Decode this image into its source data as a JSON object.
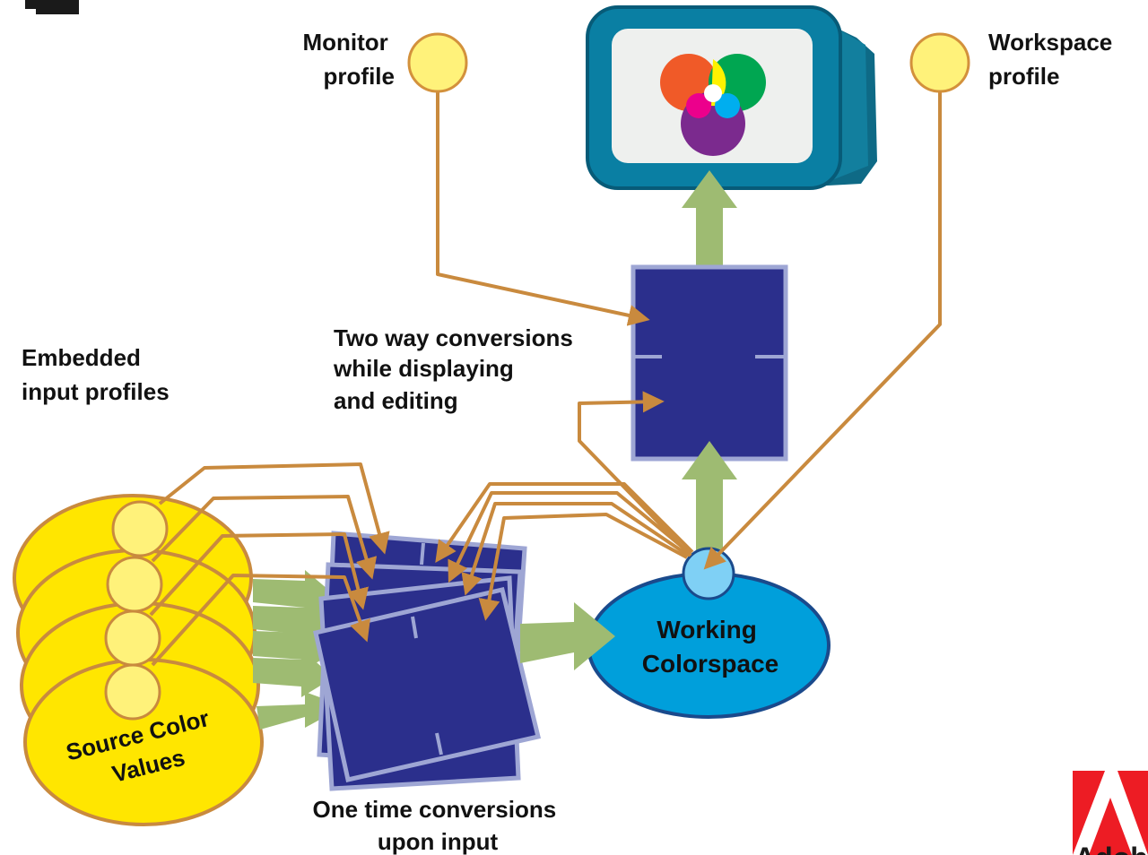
{
  "labels": {
    "monitor_profile": [
      "Monitor",
      "profile"
    ],
    "workspace_profile": [
      "Workspace",
      "profile"
    ],
    "two_way": [
      "Two way conversions",
      "while displaying",
      "and editing"
    ],
    "embedded": [
      "Embedded",
      "input profiles"
    ],
    "working_colorspace": [
      "Working",
      "Colorspace"
    ],
    "source_color_values": [
      "Source Color",
      "Values"
    ],
    "one_time": [
      "One time conversions",
      "upon input"
    ],
    "logo_text": "Adobe"
  },
  "colors": {
    "profile_yellow": "#fff27a",
    "profile_stroke": "#d3913c",
    "source_yellow": "#ffe600",
    "transform_navy": "#2b2f8c",
    "transform_border": "#9ea6d4",
    "arrow_green": "#9ebb72",
    "connector_orange": "#c98a3e",
    "working_blue": "#009fdb",
    "working_stroke": "#1a4a8c",
    "monitor_teal": "#0a7fa3",
    "adobe_red": "#ed1c24"
  },
  "icons": {
    "monitor": "monitor-icon",
    "color_wheel": "rgb-color-circles-icon",
    "logo": "adobe-logo-icon"
  }
}
